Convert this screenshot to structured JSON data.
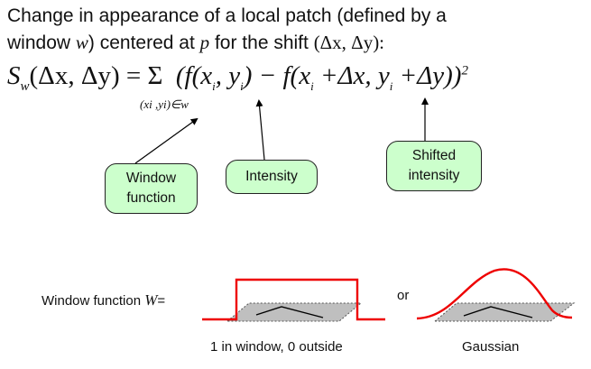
{
  "title": {
    "line1": "Change in appearance of a local patch (defined by a",
    "line2_pre": "window ",
    "line2_w": "w",
    "line2_mid": ") centered at ",
    "line2_p": "p",
    "line2_post": " for the shift ",
    "line2_shift": "(Δx, Δy):"
  },
  "formula": {
    "main": "S",
    "main_sub": "w",
    "lhs_args": "(Δx, Δy) = ",
    "sum": "Σ",
    "body": "(f(x",
    "body_sub1": "i",
    "body_b": ", y",
    "body_sub2": "i",
    "body_c": ") − f(x",
    "body_sub3": "i",
    "body_d": " +Δx, y",
    "body_sub4": "i",
    "body_e": " +Δy))",
    "exponent": "2",
    "sum_subscript": "(xi ,yi)∈w"
  },
  "bubbles": {
    "window_function": "Window function",
    "intensity": "Intensity",
    "shifted_intensity": "Shifted intensity"
  },
  "bottom": {
    "window_label_text": "Window function ",
    "window_label_w": "W",
    "window_label_eq": "=",
    "or": "or",
    "box_caption": "1 in window, 0 outside",
    "gauss_caption": "Gaussian"
  },
  "colors": {
    "bubble_fill": "#ccffcc",
    "curve": "#ee0000",
    "patch_fill": "#bfbfbf"
  }
}
